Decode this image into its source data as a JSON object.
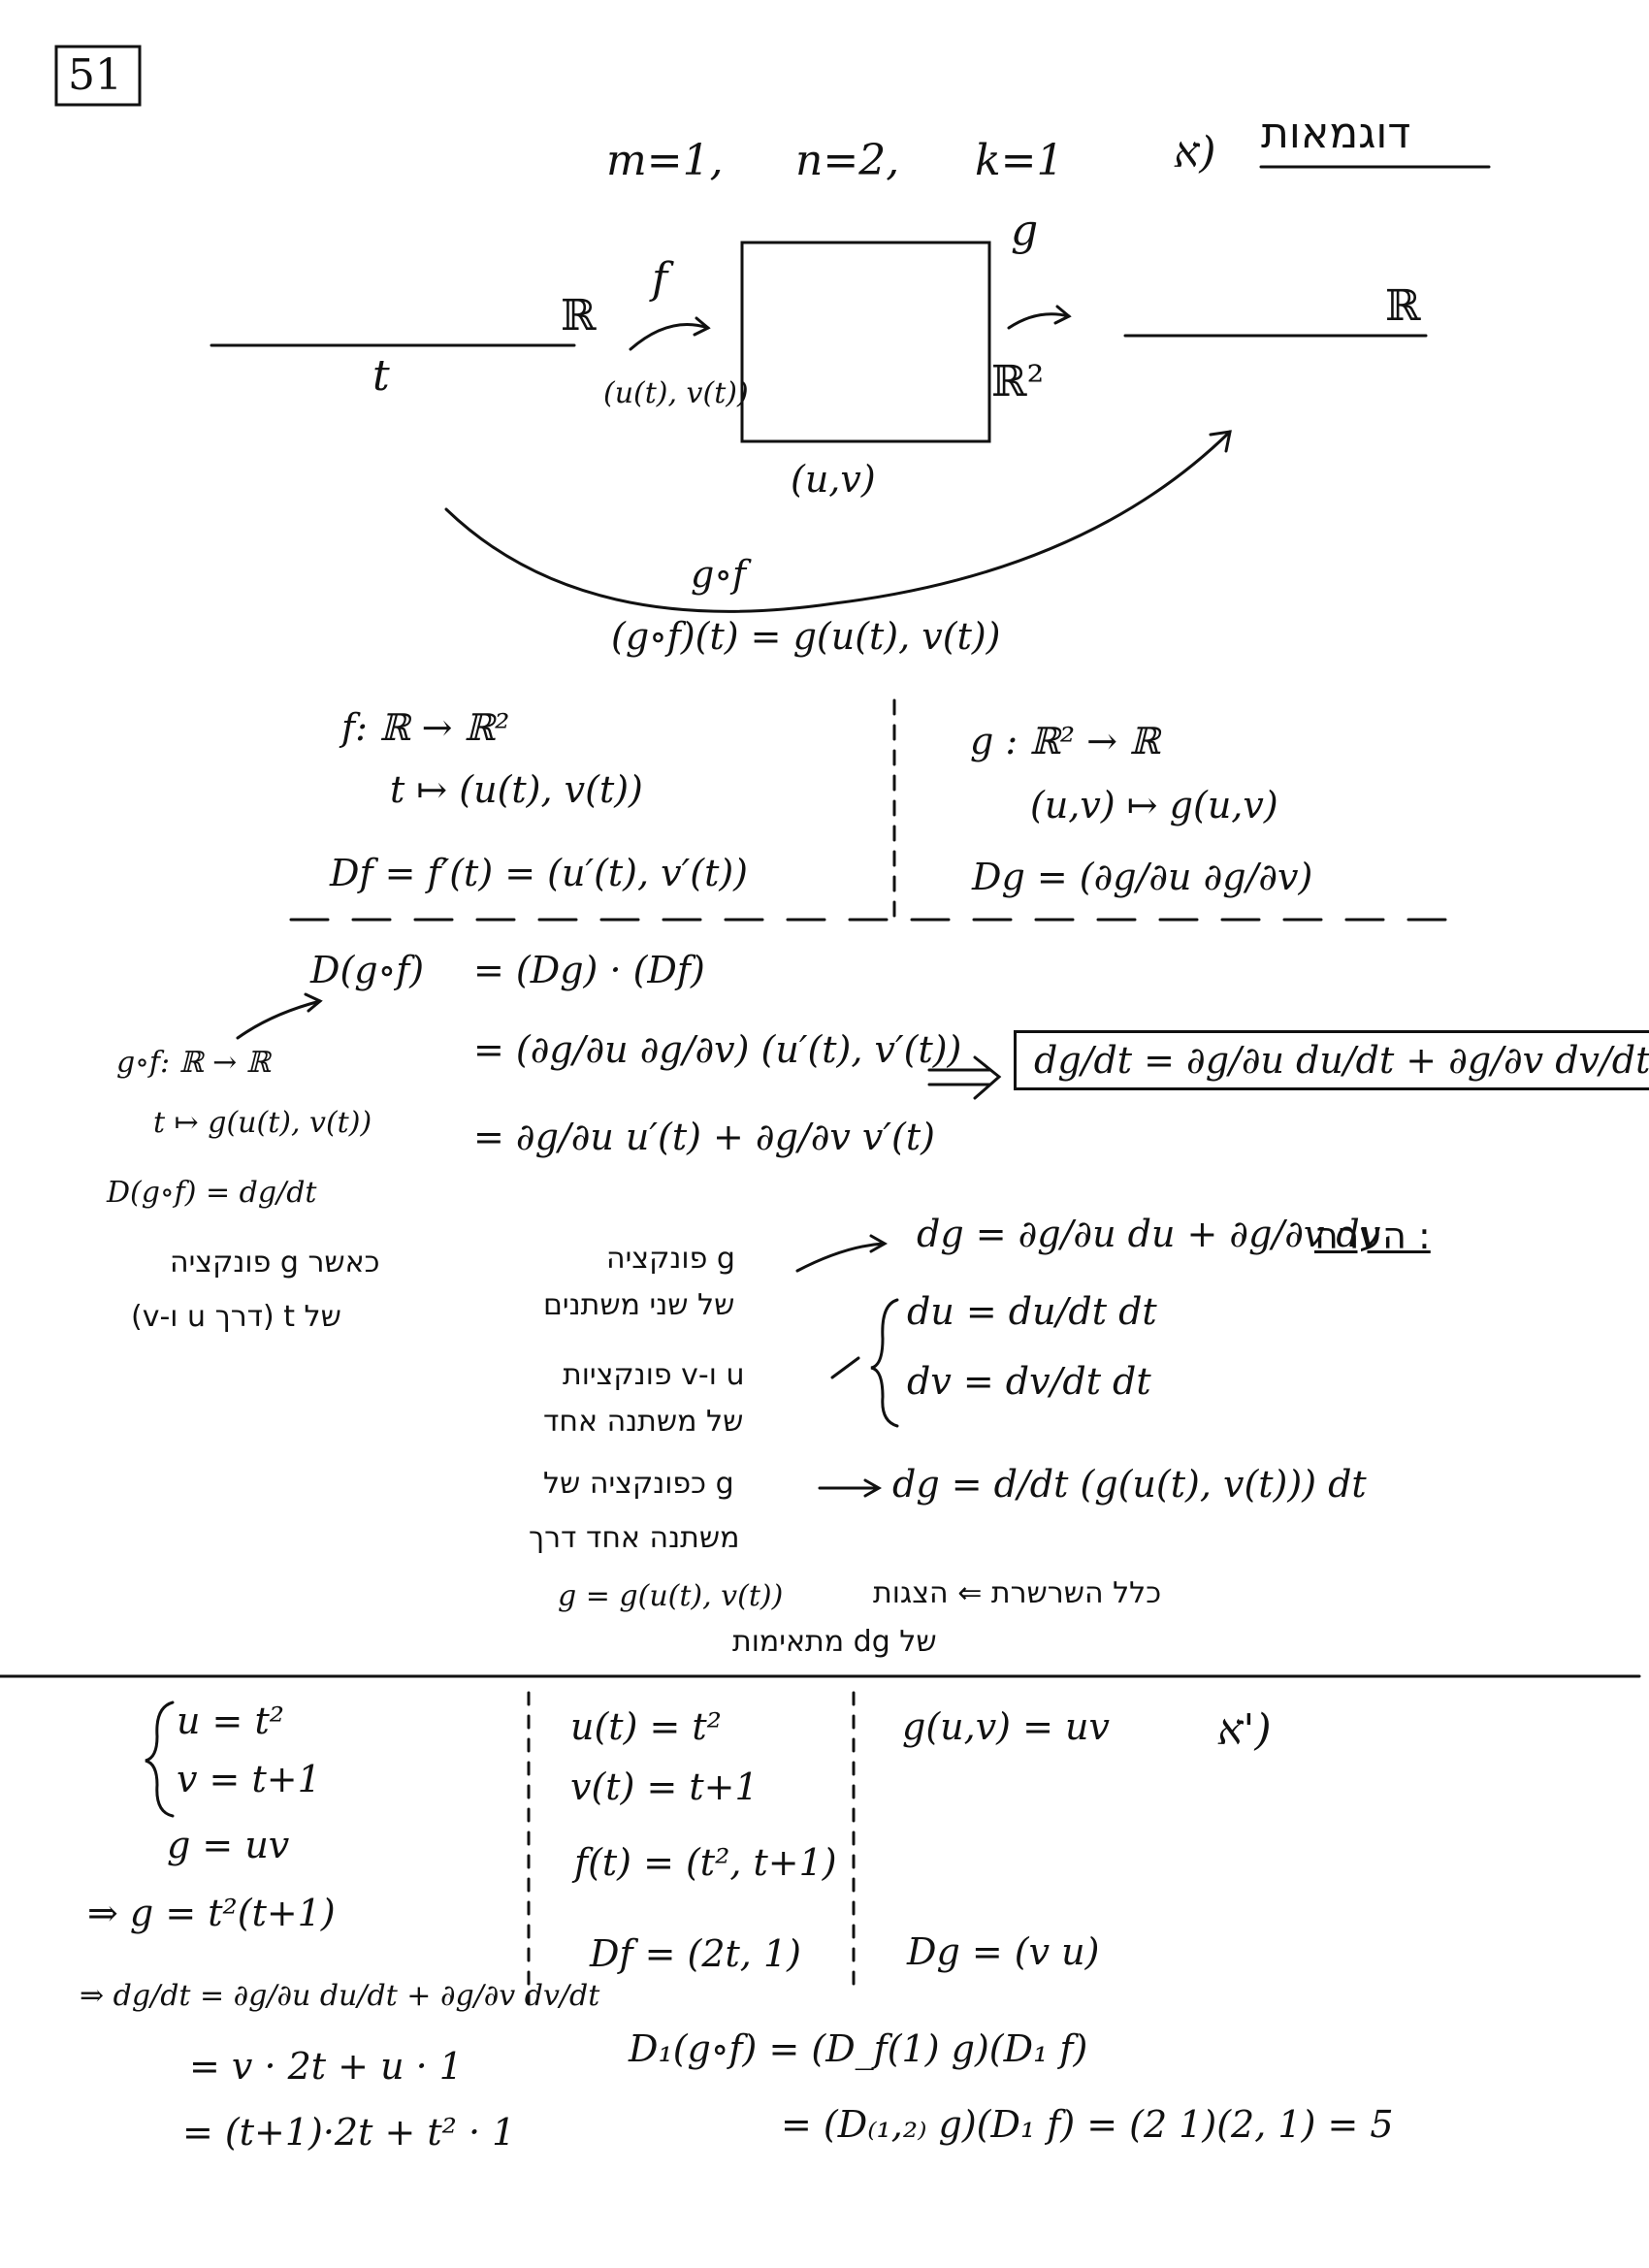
{
  "page_number": "51",
  "section_a": {
    "heading": "דוגמאות",
    "item_label": "א)",
    "dims": {
      "m": "m=1,",
      "n": "n=2,",
      "k": "k=1"
    },
    "diagram": {
      "R_left": "ℝ",
      "t": "t",
      "f": "f",
      "uv_of_t": "(u(t), v(t))",
      "g": "g",
      "R2": "ℝ²",
      "uv": "(u,v)",
      "R_right": "ℝ",
      "gof": "g∘f",
      "gof_def": "(g∘f)(t) = g(u(t), v(t))"
    },
    "f_def": {
      "line1": "f: ℝ → ℝ²",
      "line2": "t ↦ (u(t), v(t))",
      "line3": "Df = f′(t) = (u′(t), v′(t))"
    },
    "g_def": {
      "line1": "g : ℝ² → ℝ",
      "line2": "(u,v) ↦ g(u,v)",
      "line3": "Dg = (∂g/∂u  ∂g/∂v)"
    },
    "chain": {
      "l1_lhs": "D(g∘f)",
      "l1_rhs": "= (Dg) · (Df)",
      "l2": "= (∂g/∂u  ∂g/∂v) (u′(t), v′(t))",
      "l3": "= ∂g/∂u u′(t) + ∂g/∂v v′(t)",
      "boxed": "dg/dt = ∂g/∂u du/dt + ∂g/∂v dv/dt"
    },
    "left_notes": {
      "n1": "g∘f: ℝ → ℝ",
      "n2": "t ↦ g(u(t), v(t))",
      "n3": "D(g∘f) = dg/dt",
      "n4": "כאשר g פונקציה",
      "n5": "של t (דרך u ו-v)"
    },
    "remark": {
      "label": ": הערה",
      "dg": "dg = ∂g/∂u du + ∂g/∂v dv",
      "du": "du = du/dt dt",
      "dv": "dv = dv/dt dt",
      "dg2": "dg = d/dt (g(u(t), v(t))) dt",
      "h1": "g פונקציה",
      "h2": "של שני משתנים",
      "h3": "u ו-v פונקציות",
      "h4": "של משתנה אחד",
      "h5": "g כפונקציה של",
      "h6": "משתנה אחד דרך",
      "h7": "g = g(u(t), v(t))",
      "h8": "כלל השרשרת ⇐ הצגות",
      "h9": "של dg מתאימות"
    }
  },
  "example": {
    "label": "א')",
    "c1": {
      "l1": "u = t²",
      "l2": "v = t+1",
      "l3": "g = uv",
      "l4": "⇒ g = t²(t+1)",
      "l5": "⇒ dg/dt = ∂g/∂u du/dt + ∂g/∂v dv/dt",
      "l6": "= v · 2t + u · 1",
      "l7": "= (t+1)·2t + t² · 1"
    },
    "c2": {
      "l1": "u(t) = t²",
      "l2": "v(t) = t+1",
      "l3": "f(t) = (t², t+1)",
      "l4": "Df = (2t, 1)"
    },
    "c3": {
      "l1": "g(u,v) = uv",
      "l2": "Dg = (v  u)"
    },
    "bottom": {
      "l1": "D₁(g∘f) = (D_f(1) g)(D₁ f)",
      "l2": "= (D₍₁,₂₎ g)(D₁ f) = (2  1)(2, 1) = 5"
    }
  }
}
